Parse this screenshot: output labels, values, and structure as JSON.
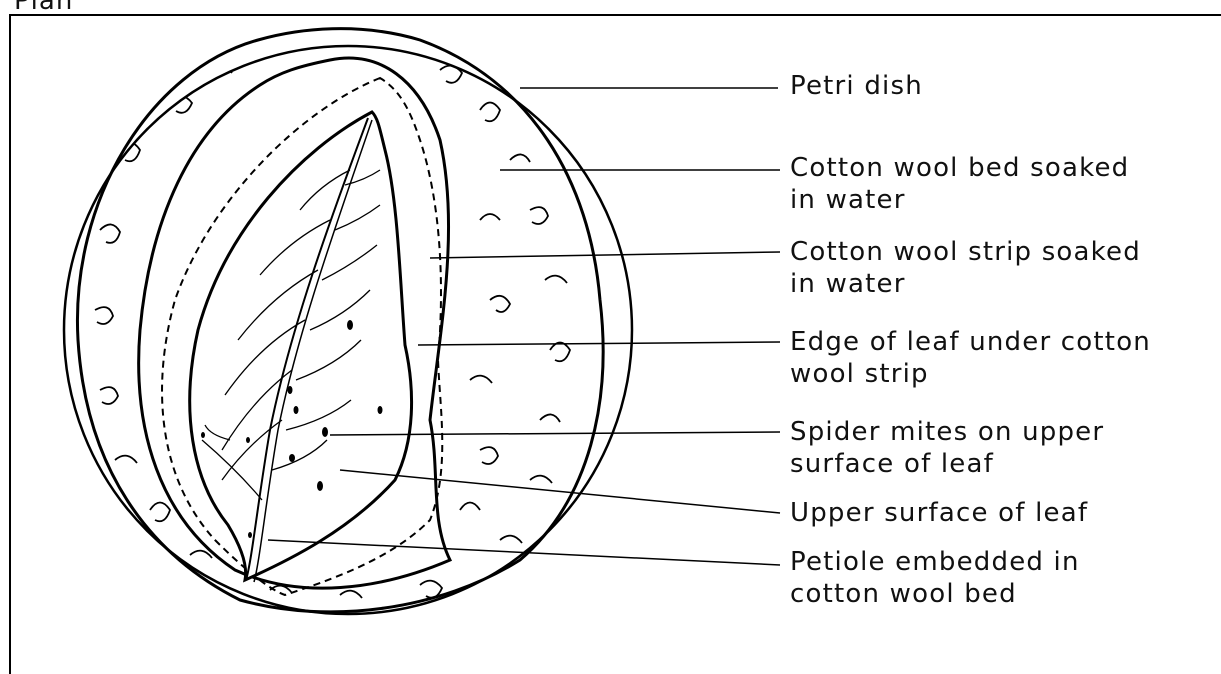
{
  "title": "Plan",
  "labels": [
    {
      "line1": "Petri dish",
      "line2": ""
    },
    {
      "line1": "Cotton wool bed soaked",
      "line2": "in water"
    },
    {
      "line1": "Cotton wool strip soaked",
      "line2": "in water"
    },
    {
      "line1": "Edge of leaf under cotton",
      "line2": "wool strip"
    },
    {
      "line1": "Spider mites on upper",
      "line2": "surface of leaf"
    },
    {
      "line1": "Upper surface of leaf",
      "line2": ""
    },
    {
      "line1": "Petiole embedded in",
      "line2": "cotton wool bed"
    }
  ]
}
